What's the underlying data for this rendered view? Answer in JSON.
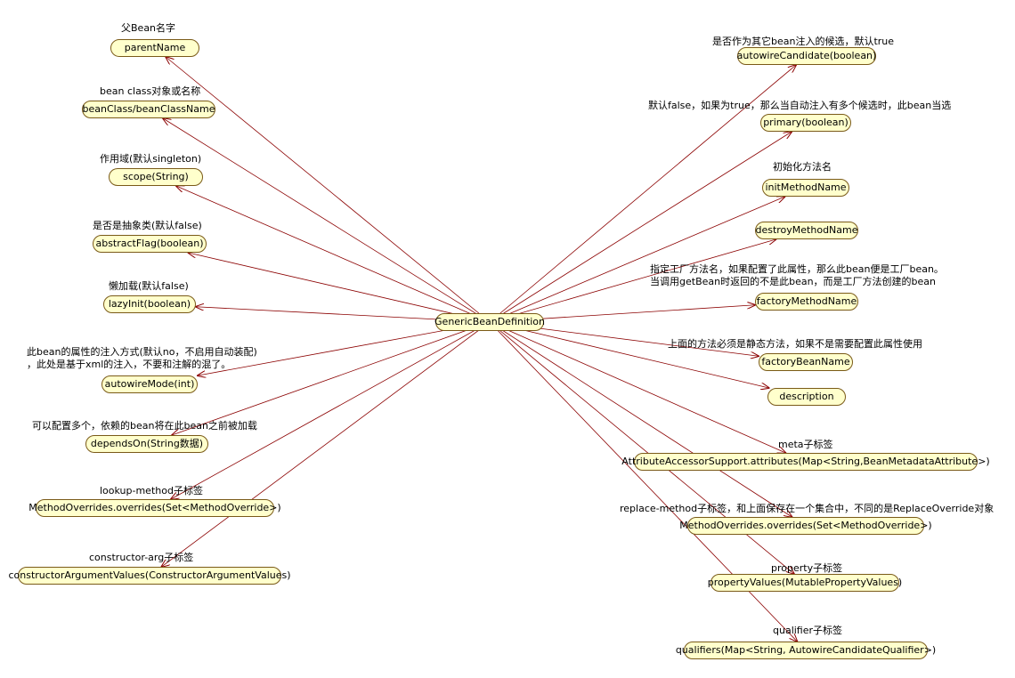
{
  "colors": {
    "node_fill": "#ffffcc",
    "node_border": "#7a5a18",
    "edge": "#8b0000"
  },
  "center": {
    "label": "GenericBeanDefinition"
  },
  "nodes": [
    {
      "id": "parentName",
      "label": "parentName",
      "note": "父Bean名字"
    },
    {
      "id": "beanClass",
      "label": "beanClass/beanClassName",
      "note": "bean class对象或名称"
    },
    {
      "id": "scope",
      "label": "scope(String)",
      "note": "作用域(默认singleton)"
    },
    {
      "id": "abstractFlag",
      "label": "abstractFlag(boolean)",
      "note": "是否是抽象类(默认false)"
    },
    {
      "id": "lazyInit",
      "label": "lazyInit(boolean)",
      "note": "懒加载(默认false)"
    },
    {
      "id": "autowireMode",
      "label": "autowireMode(int)",
      "note": "此bean的属性的注入方式(默认no，不启用自动装配)\n，此处是基于xml的注入，不要和注解的混了。"
    },
    {
      "id": "dependsOn",
      "label": "dependsOn(String数据)",
      "note": "可以配置多个，依赖的bean将在此bean之前被加载"
    },
    {
      "id": "lookupOverrides",
      "label": "MethodOverrides.overrides(Set<MethodOverride>)",
      "note": "lookup-method子标签"
    },
    {
      "id": "constructorArgs",
      "label": "constructorArgumentValues(ConstructorArgumentValues)",
      "note": "constructor-arg子标签"
    },
    {
      "id": "autowireCandidate",
      "label": "autowireCandidate(boolean)",
      "note": "是否作为其它bean注入的候选，默认true"
    },
    {
      "id": "primary",
      "label": "primary(boolean)",
      "note": "默认false，如果为true，那么当自动注入有多个候选时，此bean当选"
    },
    {
      "id": "initMethodName",
      "label": "initMethodName",
      "note": "初始化方法名"
    },
    {
      "id": "destroyMethodName",
      "label": "destroyMethodName",
      "note": ""
    },
    {
      "id": "factoryMethodName",
      "label": "factoryMethodName",
      "note": "指定工厂方法名，如果配置了此属性，那么此bean便是工厂bean。\n当调用getBean时返回的不是此bean，而是工厂方法创建的bean"
    },
    {
      "id": "factoryBeanName",
      "label": "factoryBeanName",
      "note": "上面的方法必须是静态方法，如果不是需要配置此属性使用"
    },
    {
      "id": "description",
      "label": "description",
      "note": ""
    },
    {
      "id": "attributes",
      "label": "AttributeAccessorSupport.attributes(Map<String,BeanMetadataAttribute>)",
      "note": "meta子标签"
    },
    {
      "id": "replaceOverrides",
      "label": "MethodOverrides.overrides(Set<MethodOverride>)",
      "note": "replace-method子标签，和上面保存在一个集合中，不同的是ReplaceOverride对象"
    },
    {
      "id": "propertyValues",
      "label": "propertyValues(MutablePropertyValues)",
      "note": "property子标签"
    },
    {
      "id": "qualifiers",
      "label": "qualifiers(Map<String, AutowireCandidateQualifier>)",
      "note": "qualifier子标签"
    }
  ]
}
